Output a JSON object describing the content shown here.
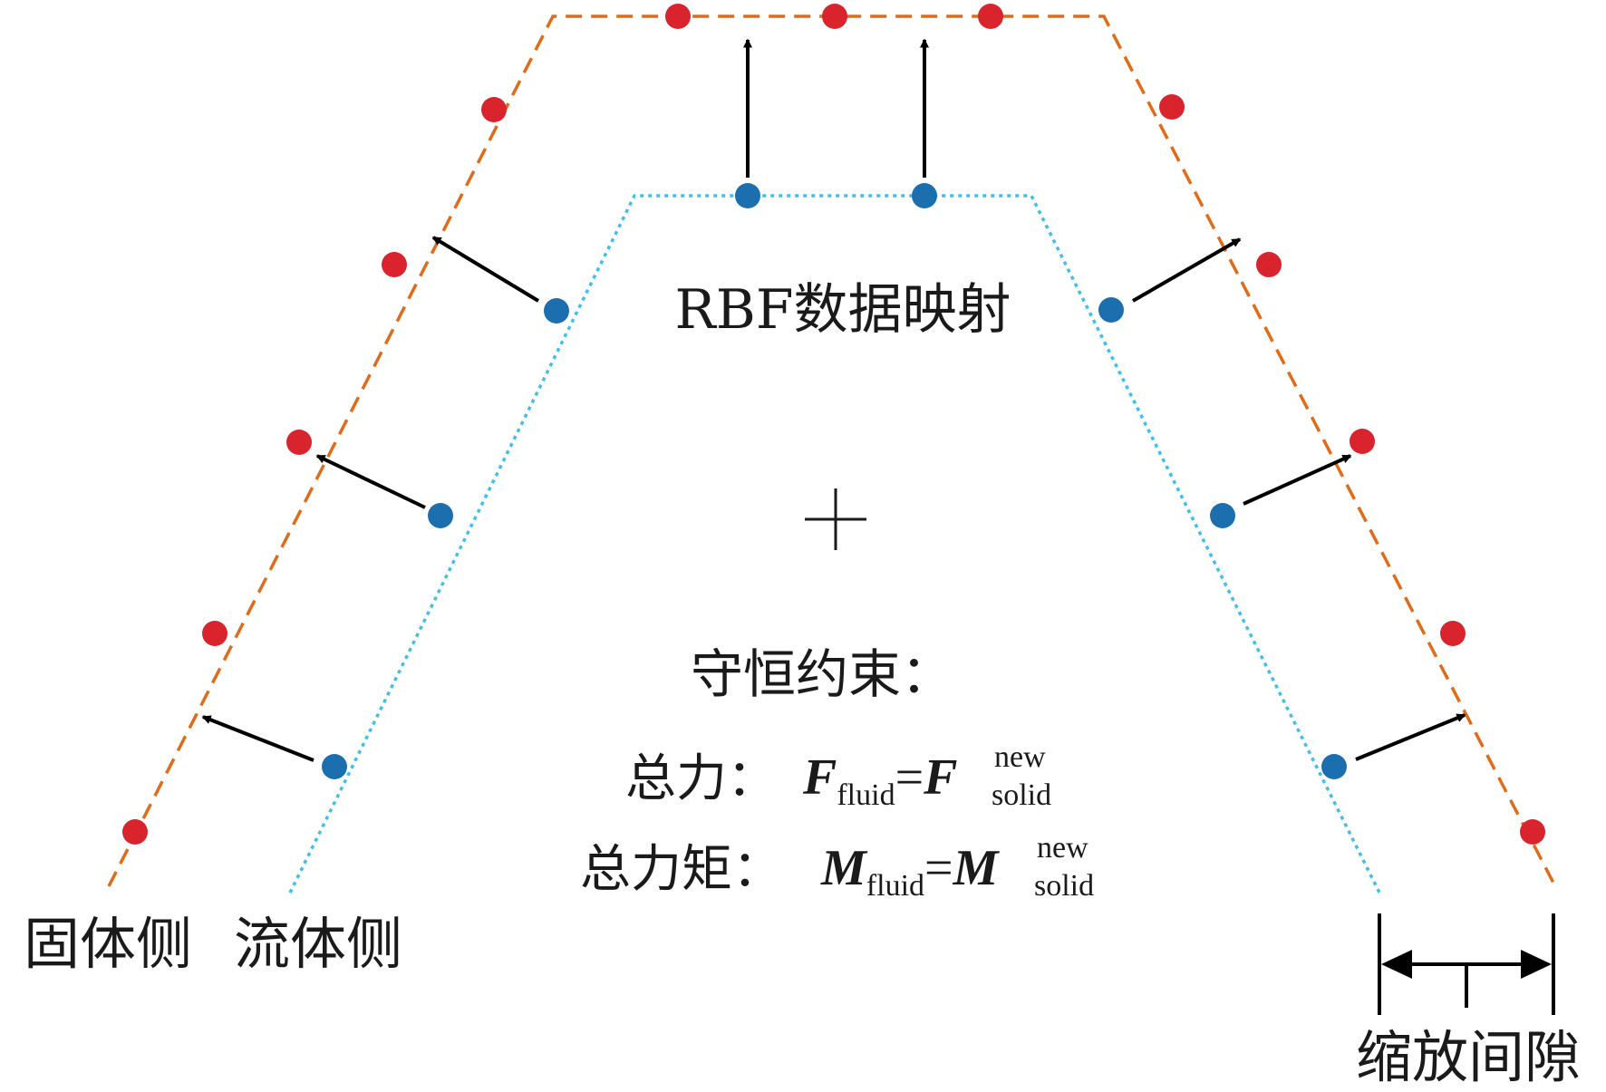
{
  "diagram": {
    "mapping_label": "RBF数据映射",
    "center_mark": "+",
    "constraint_title": "守恒约束：",
    "force_label": "总力：",
    "moment_label": "总力矩：",
    "force_eq": {
      "lhs_var": "F",
      "lhs_sub": "fluid",
      "equals": "=",
      "rhs_var": "F",
      "rhs_sup": "new",
      "rhs_sub": "solid"
    },
    "moment_eq": {
      "lhs_var": "M",
      "lhs_sub": "fluid",
      "equals": "=",
      "rhs_var": "M",
      "rhs_sup": "new",
      "rhs_sub": "solid"
    },
    "solid_side_label": "固体侧",
    "fluid_side_label": "流体侧",
    "gap_label": "缩放间隙",
    "colors": {
      "solid_boundary": "#e06c1a",
      "solid_points": "#d9232d",
      "fluid_boundary": "#3fc0ea",
      "fluid_points": "#1b6fae",
      "arrows": "#000000"
    }
  }
}
